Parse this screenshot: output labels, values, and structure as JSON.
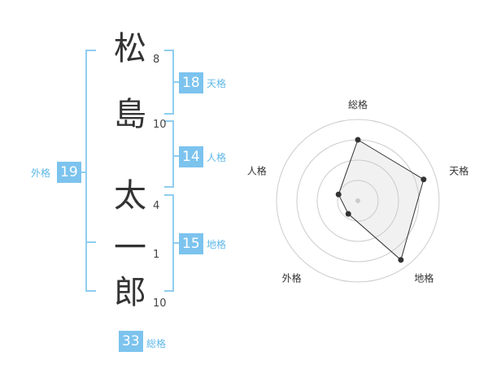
{
  "name": {
    "chars": [
      {
        "char": "松",
        "strokes": "8"
      },
      {
        "char": "島",
        "strokes": "10"
      },
      {
        "char": "太",
        "strokes": "4"
      },
      {
        "char": "一",
        "strokes": "1"
      },
      {
        "char": "郎",
        "strokes": "10"
      }
    ]
  },
  "kakusu": {
    "tenkaku": {
      "label": "天格",
      "value": "18"
    },
    "jinkaku": {
      "label": "人格",
      "value": "14"
    },
    "chikaku": {
      "label": "地格",
      "value": "15"
    },
    "gaikaku": {
      "label": "外格",
      "value": "19"
    },
    "soukaku": {
      "label": "総格",
      "value": "33"
    }
  },
  "colors": {
    "accent": "#7cc3ee",
    "bracket": "#8fcdf0",
    "text": "#333333"
  },
  "chart_data": {
    "type": "radar",
    "axes": [
      "総格",
      "天格",
      "地格",
      "外格",
      "人格"
    ],
    "values": [
      0.75,
      0.85,
      0.9,
      0.2,
      0.25
    ],
    "rings": 4,
    "grid": true
  }
}
